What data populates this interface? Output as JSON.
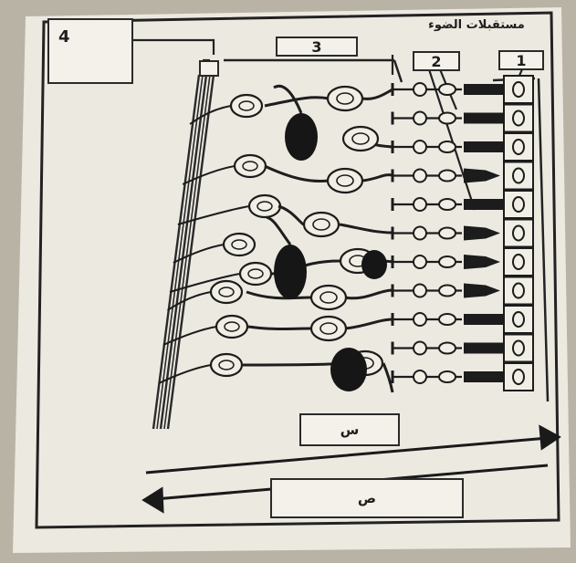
{
  "diagram": {
    "labels": {
      "box1": "1",
      "box2": "2",
      "box3": "3",
      "box4": "4",
      "header_text": "مستقبلات الضوء",
      "arrow_s_label": "س",
      "arrow_s2_label": "ص"
    },
    "colors": {
      "paper": "#ece9e1",
      "ink": "#1c1c1c",
      "background": "#b9b3a6"
    }
  }
}
